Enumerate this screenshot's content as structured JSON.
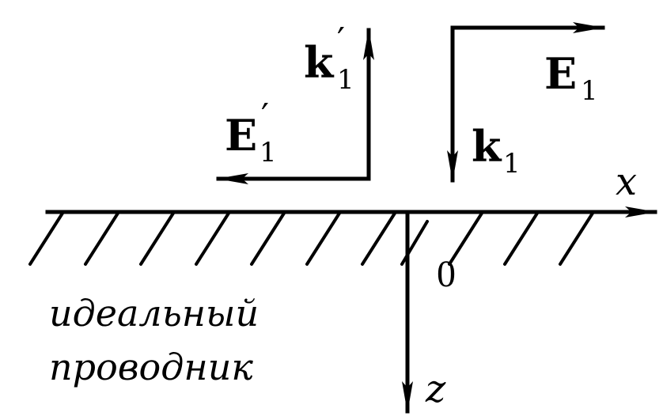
{
  "diagram": {
    "axes": {
      "x_label": "x",
      "z_label": "z",
      "origin_label": "0"
    },
    "vectors": {
      "incident_wave_vector": {
        "symbol": "k",
        "subscript": "1",
        "prime": ""
      },
      "incident_field": {
        "symbol": "E",
        "subscript": "1",
        "prime": ""
      },
      "reflected_wave_vector": {
        "symbol": "k",
        "subscript": "1",
        "prime": "′"
      },
      "reflected_field": {
        "symbol": "E",
        "subscript": "1",
        "prime": "′"
      }
    },
    "medium": {
      "line1": "идеальный",
      "line2": "проводник"
    }
  }
}
